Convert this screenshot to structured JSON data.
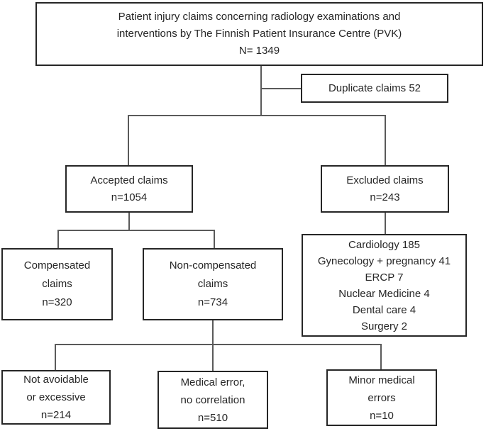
{
  "figure": {
    "colors": {
      "background": "#ffffff",
      "box_border": "#262626",
      "connector": "#5a5a5a",
      "text": "#262626"
    },
    "nodes": {
      "root": {
        "lines": [
          "Patient injury claims concerning radiology examinations and",
          "interventions by The Finnish Patient Insurance Centre (PVK)",
          "N= 1349"
        ]
      },
      "duplicate": {
        "lines": [
          "Duplicate claims 52"
        ]
      },
      "accepted": {
        "lines": [
          "Accepted claims",
          "n=1054"
        ]
      },
      "excluded": {
        "lines": [
          "Excluded claims",
          "n=243"
        ]
      },
      "excluded_details": {
        "lines": [
          "Cardiology 185",
          "Gynecology + pregnancy 41",
          "ERCP 7",
          "Nuclear Medicine 4",
          "Dental care 4",
          "Surgery 2"
        ]
      },
      "compensated": {
        "lines": [
          "Compensated",
          "claims",
          "n=320"
        ]
      },
      "non_compensated": {
        "lines": [
          "Non-compensated",
          "claims",
          "n=734"
        ]
      },
      "not_avoidable": {
        "lines": [
          "Not avoidable",
          "or excessive",
          "n=214"
        ]
      },
      "medical_error": {
        "lines": [
          "Medical error,",
          "no correlation",
          "n=510"
        ]
      },
      "minor_errors": {
        "lines": [
          "Minor medical",
          "errors",
          "n=10"
        ]
      }
    }
  }
}
